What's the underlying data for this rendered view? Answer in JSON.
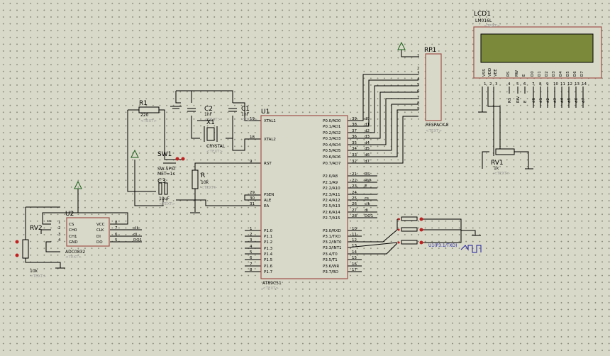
{
  "components": {
    "lcd": {
      "ref": "LCD1",
      "part": "LM016L",
      "text": "<TEXT>",
      "pins": [
        "VSS",
        "VDD",
        "VEE",
        "RS",
        "RW",
        "E",
        "D0",
        "D1",
        "D2",
        "D3",
        "D4",
        "D5",
        "D6",
        "D7"
      ],
      "pin_numbers": [
        "1",
        "2",
        "3",
        "4",
        "5",
        "6",
        "7",
        "8",
        "9",
        "10",
        "11",
        "12",
        "13",
        "14"
      ],
      "net_labels": [
        "RS",
        "RW",
        "E",
        "d0",
        "d1",
        "d2",
        "d3",
        "d4",
        "d5",
        "d6",
        "d7"
      ]
    },
    "rp1": {
      "ref": "RP1",
      "part": "RESPACK-8",
      "text": "<TEXT>",
      "pins": [
        "1",
        "2",
        "3",
        "4",
        "5",
        "6",
        "7",
        "8",
        "9"
      ]
    },
    "rv1": {
      "ref": "RV1",
      "value": "1k",
      "text": "<TEXT>"
    },
    "rv2": {
      "ref": "RV2",
      "value": "10k",
      "text": "<TEXT>"
    },
    "r1": {
      "ref": "R1",
      "value": "220",
      "text": "<TEXT>"
    },
    "r": {
      "ref": "R",
      "value": "10k",
      "text": "<TEXT>"
    },
    "c1": {
      "ref": "C1",
      "value": "1nF",
      "text": "<TEXT>"
    },
    "c2": {
      "ref": "C2",
      "value": "1nF",
      "text": "<TEXT>"
    },
    "c3": {
      "ref": "C3",
      "value": "10uF",
      "text": "<TEXT>"
    },
    "x1": {
      "ref": "X1",
      "part": "CRYSTAL",
      "text": "<TEXT>"
    },
    "sw1": {
      "ref": "SW1",
      "part": "SW-SPST",
      "note": "MET=1s"
    },
    "u2": {
      "ref": "U2",
      "part": "ADC0832",
      "text": "<TEXT>",
      "left_pins": [
        "CS",
        "CH0",
        "CH1",
        "GND"
      ],
      "left_nums": [
        "1",
        "2",
        "3",
        "4"
      ],
      "right_pins": [
        "VCC",
        "CLK",
        "DI",
        "DO"
      ],
      "right_nums": [
        "8",
        "7",
        "6",
        "5"
      ],
      "net_labels": [
        "clk",
        "di",
        "DO1"
      ],
      "cs_label": "cs"
    },
    "u1": {
      "ref": "U1",
      "part": "AT89C51",
      "text": "<TEXT>",
      "left_pins": [
        "XTAL1",
        "XTAL2",
        "RST",
        "PSEN",
        "ALE",
        "EA",
        "P1.0",
        "P1.1",
        "P1.2",
        "P1.3",
        "P1.4",
        "P1.5",
        "P1.6",
        "P1.7"
      ],
      "left_nums": [
        "19",
        "18",
        "9",
        "29",
        "30",
        "31",
        "1",
        "2",
        "3",
        "4",
        "5",
        "6",
        "7",
        "8"
      ],
      "right_pins": [
        "P0.0/AD0",
        "P0.1/AD1",
        "P0.2/AD2",
        "P0.3/AD3",
        "P0.4/AD4",
        "P0.5/AD5",
        "P0.6/AD6",
        "P0.7/AD7",
        "P2.0/A8",
        "P2.1/A9",
        "P2.2/A10",
        "P2.3/A11",
        "P2.4/A12",
        "P2.5/A13",
        "P2.6/A14",
        "P2.7/A15",
        "P3.0/RXD",
        "P3.1/TXD",
        "P3.2/INT0",
        "P3.3/INT1",
        "P3.4/T0",
        "P3.5/T1",
        "P3.6/WR",
        "P3.7/RD"
      ],
      "right_nums": [
        "39",
        "38",
        "37",
        "36",
        "35",
        "34",
        "33",
        "32",
        "21",
        "22",
        "23",
        "24",
        "25",
        "26",
        "27",
        "28",
        "10",
        "11",
        "12",
        "13",
        "14",
        "15",
        "16",
        "17"
      ],
      "net_labels": [
        "d0",
        "d1",
        "d2",
        "d3",
        "d4",
        "d5",
        "d6",
        "d7",
        "RS",
        "RW",
        "E",
        "",
        "cs",
        "clk",
        "di",
        "DO1"
      ]
    },
    "probe": {
      "label": "U1(P3.1/TXD)"
    }
  }
}
